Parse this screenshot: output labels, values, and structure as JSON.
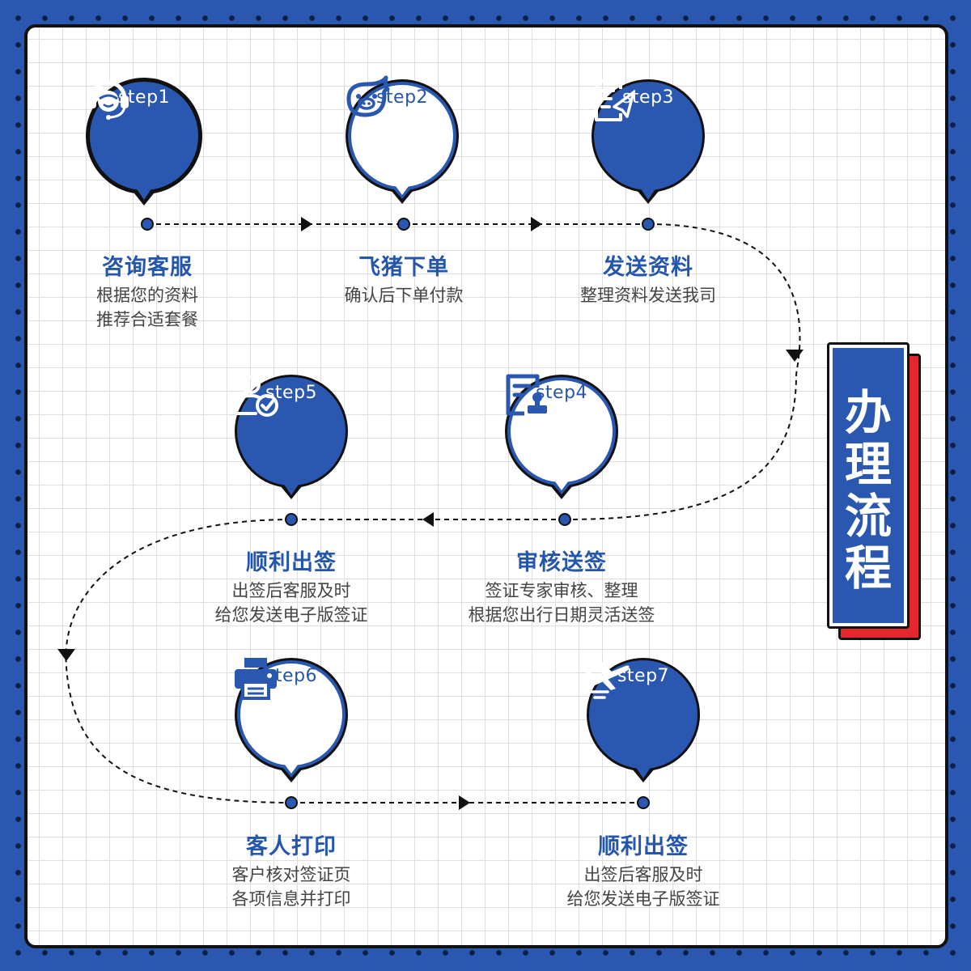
{
  "side_title": [
    "办",
    "理",
    "流",
    "程"
  ],
  "colors": {
    "primary": "#2a57b0",
    "accent": "#e4262d",
    "text_blue": "#2456ab"
  },
  "steps": [
    {
      "label": "step1",
      "title": "咨询客服",
      "desc": [
        "根据您的资料",
        "推荐合适套餐"
      ],
      "icon": "headset-icon",
      "style": "solid"
    },
    {
      "label": "step2",
      "title": "飞猪下单",
      "desc": [
        "确认后下单付款"
      ],
      "icon": "fliggy-pig-icon",
      "style": "outline"
    },
    {
      "label": "step3",
      "title": "发送资料",
      "desc": [
        "整理资料发送我司"
      ],
      "icon": "send-document-icon",
      "style": "solid"
    },
    {
      "label": "step4",
      "title": "审核送签",
      "desc": [
        "签证专家审核、整理",
        "根据您出行日期灵活送签"
      ],
      "icon": "review-stamp-icon",
      "style": "outline"
    },
    {
      "label": "step5",
      "title": "顺利出签",
      "desc": [
        "出签后客服及时",
        "给您发送电子版签证"
      ],
      "icon": "user-check-icon",
      "style": "solid"
    },
    {
      "label": "step6",
      "title": "客人打印",
      "desc": [
        "客户核对签证页",
        "各项信息并打印"
      ],
      "icon": "printer-icon",
      "style": "outline"
    },
    {
      "label": "step7",
      "title": "顺利出签",
      "desc": [
        "出签后客服及时",
        "给您发送电子版签证"
      ],
      "icon": "airplane-icon",
      "style": "solid"
    }
  ]
}
